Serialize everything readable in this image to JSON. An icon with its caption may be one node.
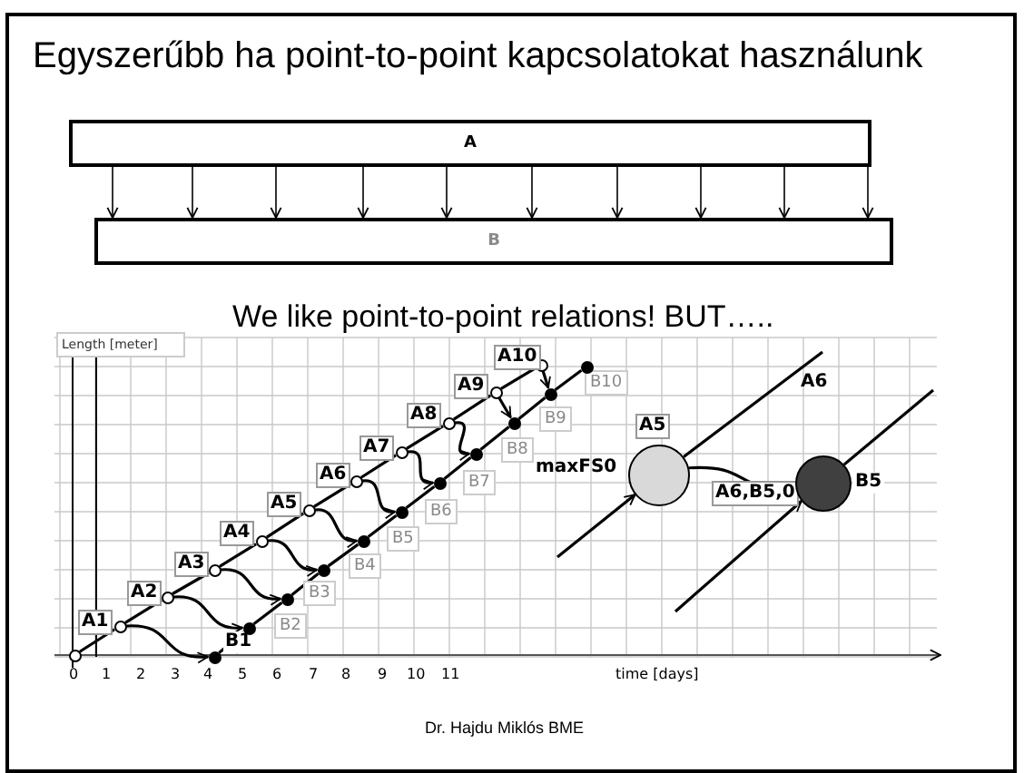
{
  "diagram": {
    "title": "Egyszerűbb ha point-to-point kapcsolatokat használunk",
    "nodes": [
      {
        "text": [
          "A"
        ]
      },
      {
        "text": [
          "B"
        ]
      },
      {
        "text": [],
        "shape": "circle"
      },
      {
        "text": [
          "A1"
        ]
      },
      {
        "text": [
          "A2"
        ]
      },
      {
        "text": [
          "A3"
        ]
      },
      {
        "text": [
          "A4"
        ]
      },
      {
        "text": [
          "A5"
        ]
      },
      {
        "text": [
          "A6"
        ]
      },
      {
        "text": [
          "A7"
        ]
      },
      {
        "text": [
          "A8"
        ]
      },
      {
        "text": [
          "A9"
        ]
      },
      {
        "text": [
          "A10"
        ]
      },
      {
        "text": [
          "B1"
        ]
      },
      {
        "text": [],
        "shape": "circle"
      },
      {
        "text": [],
        "shape": "circle"
      },
      {
        "text": [],
        "shape": "circle"
      },
      {
        "text": [],
        "shape": "circle"
      },
      {
        "text": [],
        "shape": "circle"
      },
      {
        "text": [],
        "shape": "circle"
      },
      {
        "text": [],
        "shape": "circle"
      },
      {
        "text": [],
        "shape": "circle"
      },
      {
        "text": [],
        "shape": "circle"
      },
      {
        "text": [],
        "shape": "circle"
      },
      {
        "text": [
          "A5"
        ]
      },
      {
        "text": [
          "B5"
        ]
      }
    ],
    "edges": [
      {
        "from": 0,
        "to": 1,
        "arrow": "to"
      },
      {
        "from": 0,
        "to": 1,
        "arrow": "to"
      },
      {
        "from": 0,
        "to": 1,
        "arrow": "to"
      },
      {
        "from": 0,
        "to": 1,
        "arrow": "to"
      },
      {
        "from": 0,
        "to": 1,
        "arrow": "to"
      },
      {
        "from": 0,
        "to": 1,
        "arrow": "to"
      },
      {
        "from": 0,
        "to": 1,
        "arrow": "to"
      },
      {
        "from": 0,
        "to": 1,
        "arrow": "to"
      },
      {
        "from": 0,
        "to": 1,
        "arrow": "to"
      },
      {
        "from": 0,
        "to": 1,
        "arrow": "to"
      },
      {
        "from": 2,
        "to": 3,
        "arrow": "none"
      },
      {
        "from": 3,
        "to": 4,
        "arrow": "none"
      },
      {
        "from": 4,
        "to": 5,
        "arrow": "none"
      },
      {
        "from": 5,
        "to": 6,
        "arrow": "none"
      },
      {
        "from": 6,
        "to": 7,
        "arrow": "none"
      },
      {
        "from": 7,
        "to": 8,
        "arrow": "none"
      },
      {
        "from": 8,
        "to": 9,
        "arrow": "none"
      },
      {
        "from": 9,
        "to": 10,
        "arrow": "none"
      },
      {
        "from": 10,
        "to": 11,
        "arrow": "none"
      },
      {
        "from": 11,
        "to": 12,
        "arrow": "none"
      },
      {
        "from": 3,
        "to": 13,
        "arrow": "to"
      },
      {
        "from": 4,
        "to": 14,
        "arrow": "to"
      },
      {
        "from": 5,
        "to": 15,
        "arrow": "to"
      },
      {
        "from": 6,
        "to": 16,
        "arrow": "to"
      },
      {
        "from": 7,
        "to": 17,
        "arrow": "to"
      },
      {
        "from": 8,
        "to": 18,
        "arrow": "to"
      },
      {
        "from": 9,
        "to": 19,
        "arrow": "to"
      },
      {
        "from": 10,
        "to": 20,
        "arrow": "to"
      },
      {
        "from": 11,
        "to": 21,
        "arrow": "to"
      },
      {
        "from": 12,
        "to": 22,
        "arrow": "to"
      },
      {
        "from": 13,
        "to": 14,
        "arrow": "none"
      },
      {
        "from": 14,
        "to": 15,
        "arrow": "none"
      },
      {
        "from": 15,
        "to": 16,
        "arrow": "none"
      },
      {
        "from": 16,
        "to": 17,
        "arrow": "none"
      },
      {
        "from": 17,
        "to": 18,
        "arrow": "none"
      },
      {
        "from": 18,
        "to": 19,
        "arrow": "none"
      },
      {
        "from": 19,
        "to": 20,
        "arrow": "none"
      },
      {
        "from": 20,
        "to": 21,
        "arrow": "none"
      },
      {
        "from": 21,
        "to": 22,
        "arrow": "none"
      },
      {
        "from": 22,
        "to": 23,
        "arrow": "none"
      },
      {
        "from": null,
        "to": 24,
        "arrow": "to"
      },
      {
        "from": 24,
        "to": null,
        "arrow": "none"
      },
      {
        "from": 24,
        "to": 25,
        "arrow": "to",
        "label": "A6,B5,0"
      },
      {
        "from": null,
        "to": 25,
        "arrow": "to"
      },
      {
        "from": 25,
        "to": null,
        "arrow": "none"
      }
    ],
    "labels": [
      "We like point-to-point relations! BUT…..",
      "Length [meter]",
      "A6",
      "maxFS0",
      "B2",
      "B3",
      "B4",
      "B5",
      "B6",
      "B7",
      "B8",
      "B9",
      "B10",
      "0",
      "1",
      "2",
      "3",
      "4",
      "5",
      "6",
      "7",
      "8",
      "9",
      "10",
      "11",
      "time [days]",
      "Dr. Hajdu Miklós BME"
    ]
  }
}
